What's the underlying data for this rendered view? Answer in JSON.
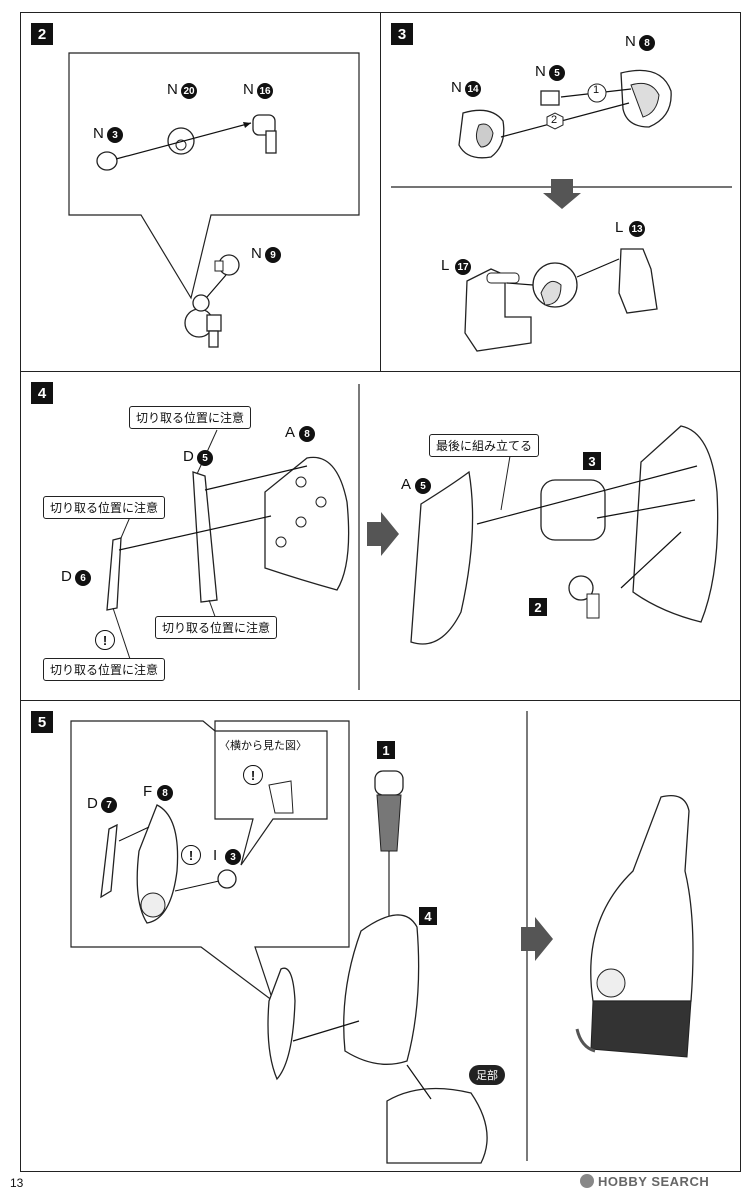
{
  "panels": {
    "p2": {
      "step": "2",
      "labels": {
        "n20": {
          "letter": "N",
          "num": "20"
        },
        "n16": {
          "letter": "N",
          "num": "16"
        },
        "n3": {
          "letter": "N",
          "num": "3"
        },
        "n9": {
          "letter": "N",
          "num": "9"
        }
      }
    },
    "p3": {
      "step": "3",
      "labels": {
        "n8": {
          "letter": "N",
          "num": "8"
        },
        "n14": {
          "letter": "N",
          "num": "14"
        },
        "n5": {
          "letter": "N",
          "num": "5"
        },
        "l17": {
          "letter": "L",
          "num": "17"
        },
        "l13": {
          "letter": "L",
          "num": "13"
        }
      },
      "order1": "1",
      "order2": "2"
    },
    "p4a": {
      "step": "4",
      "labels": {
        "a8": {
          "letter": "A",
          "num": "8"
        },
        "d5": {
          "letter": "D",
          "num": "5"
        },
        "d6": {
          "letter": "D",
          "num": "6"
        }
      },
      "note": "切り取る位置に注意"
    },
    "p4b": {
      "labels": {
        "a5": {
          "letter": "A",
          "num": "5"
        }
      },
      "last_note": "最後に組み立てる",
      "ref3": "3",
      "ref2": "2"
    },
    "p5": {
      "step": "5",
      "labels": {
        "d7": {
          "letter": "D",
          "num": "7"
        },
        "f8": {
          "letter": "F",
          "num": "8"
        },
        "i3": {
          "letter": "I",
          "num": "3"
        }
      },
      "side_view": "〈横から見た図〉",
      "ref1": "1",
      "ref4": "4",
      "foot": "足部"
    }
  },
  "warning_mark": "!",
  "page_number": "13",
  "watermark": "HOBBY SEARCH"
}
